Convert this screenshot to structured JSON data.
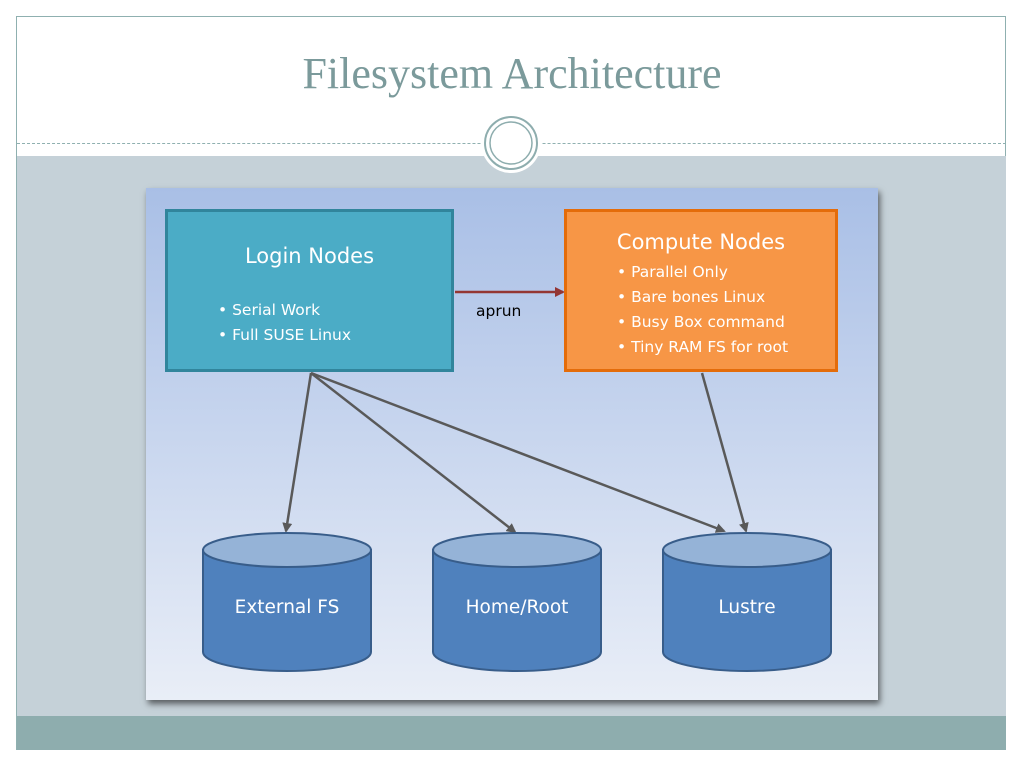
{
  "slide": {
    "title": "Filesystem Architecture"
  },
  "diagram": {
    "login_nodes": {
      "title": "Login Nodes",
      "bullets": [
        "Serial Work",
        "Full SUSE Linux"
      ]
    },
    "compute_nodes": {
      "title": "Compute Nodes",
      "bullets": [
        "Parallel Only",
        "Bare bones Linux",
        "Busy Box command",
        "Tiny RAM FS for root"
      ]
    },
    "connector_label": "aprun",
    "filesystems": [
      "External FS",
      "Home/Root",
      "Lustre"
    ]
  },
  "colors": {
    "title": "#7b9a9b",
    "login_fill": "#4bacc6",
    "compute_fill": "#f79646",
    "cylinder_fill": "#4f81bd",
    "cylinder_top": "#95b3d7",
    "arrow_aprun": "#943634",
    "arrow_gray": "#595959"
  },
  "icons": {
    "ornament": "double-circle-ornament"
  }
}
